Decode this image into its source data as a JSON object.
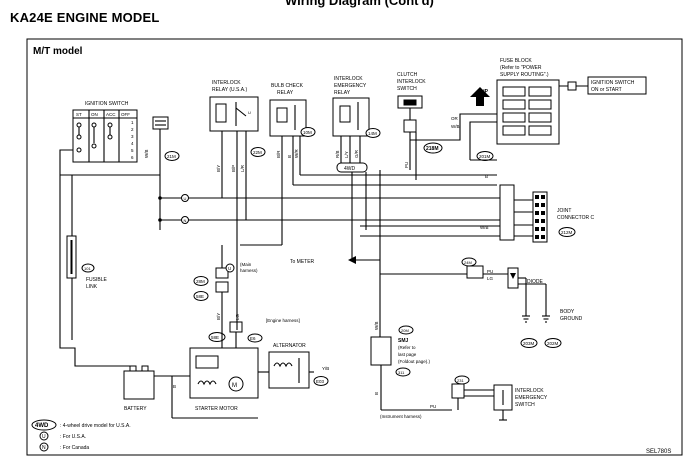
{
  "header": {
    "title": "KA24E ENGINE MODEL",
    "top_cut": "Wiring Diagram (Cont'd)"
  },
  "diagram": {
    "panel_title": "M/T model",
    "components": {
      "ignition_switch": {
        "label": "IGNITION SWITCH",
        "cols": [
          "ST",
          "ON",
          "ACC",
          "OFF"
        ],
        "terms": [
          "1",
          "2",
          "3",
          "4",
          "5",
          "6"
        ]
      },
      "interlock_relay": {
        "line1": "INTERLOCK",
        "line2": "RELAY (U.S.A.)"
      },
      "bulb_check_relay": {
        "line1": "BULB CHECK",
        "line2": "RELAY"
      },
      "interlock_emergency_relay": {
        "line1": "INTERLOCK",
        "line2": "EMERGENCY",
        "line3": "RELAY"
      },
      "clutch_interlock_switch": {
        "line1": "CLUTCH",
        "line2": "INTERLOCK",
        "line3": "SWITCH"
      },
      "fuse_block": {
        "line1": "FUSE BLOCK",
        "line2": "(Refer to \"POWER",
        "line3": "SUPPLY ROUTING\".)"
      },
      "ignition_switch_note": {
        "line1": "IGNITION SWITCH",
        "line2": "ON or START"
      },
      "up_label": "UP",
      "joint_connector": {
        "line1": "JOINT",
        "line2": "CONNECTOR C"
      },
      "diode": "DIODE",
      "body_ground": {
        "line1": "BODY",
        "line2": "GROUND"
      },
      "fusible_link": {
        "line1": "FUSIBLE",
        "line2": "LINK"
      },
      "battery": "BATTERY",
      "starter_motor": "STARTER MOTOR",
      "alternator": "ALTERNATOR",
      "engine_harness": "[Engine harness]",
      "main_harness": {
        "line1": "(Main",
        "line2": "harness)"
      },
      "to_meter": "To METER",
      "smj": {
        "line1": "SMJ",
        "line2": "(Refer to",
        "line3": "last page",
        "line4": "(Foldout page).)"
      },
      "interlock_emergency_switch": {
        "line1": "INTERLOCK",
        "line2": "EMERGENCY",
        "line3": "SWITCH"
      },
      "instrument_harness": "(Instrument harness)"
    },
    "connectors": [
      "21M",
      "22M",
      "10M",
      "14M",
      "218M",
      "201M",
      "212M",
      "203M",
      "101",
      "28M",
      "58E",
      "E6",
      "58E",
      "101",
      "E03",
      "200",
      "202M",
      "20M",
      "211",
      "311",
      "231",
      "4WD",
      "24M"
    ],
    "wire_codes": [
      "W/B",
      "B/Y",
      "B/P",
      "L/R",
      "B/R",
      "B",
      "W/R",
      "R/B",
      "L/Y",
      "G/R",
      "PU",
      "PU",
      "W/B",
      "B",
      "B",
      "W/B",
      "W/B",
      "PU",
      "LG",
      "Y/B",
      "B/Y",
      "LG",
      "OR",
      "B"
    ],
    "legend": [
      {
        "symbol": "4WD",
        "text": ": 4-wheel drive model for U.S.A."
      },
      {
        "symbol": "U",
        "text": ": For U.S.A."
      },
      {
        "symbol": "N",
        "text": ": For Canada"
      }
    ],
    "page_code": "SEL780S"
  }
}
